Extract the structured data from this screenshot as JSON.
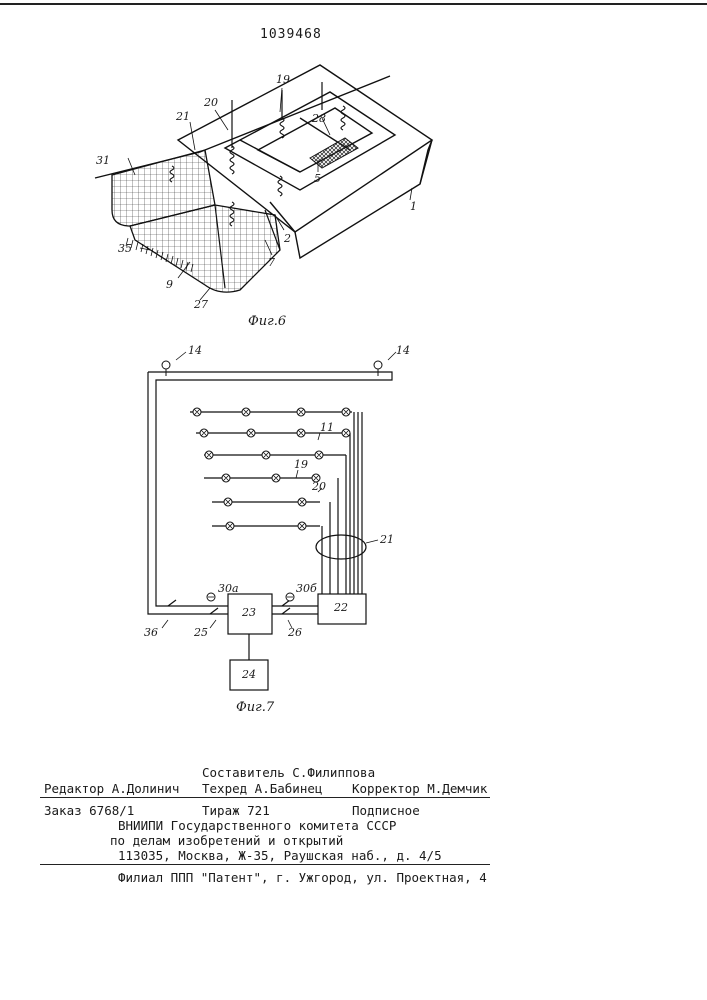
{
  "patent_number": "1039468",
  "fig6": {
    "caption": "Фиг.6",
    "labels": [
      "31",
      "21",
      "20",
      "19",
      "28",
      "5",
      "1",
      "2",
      "7",
      "35",
      "9",
      "27"
    ]
  },
  "fig7": {
    "caption": "Фиг.7",
    "labels": {
      "lamp_left": "14",
      "lamp_right": "14",
      "l11": "11",
      "l19": "19",
      "l20": "20",
      "l21": "21",
      "l30a": "30а",
      "l30b": "30б",
      "l36": "36",
      "l25": "25",
      "l26": "26",
      "box23": "23",
      "box22": "22",
      "box24": "24"
    }
  },
  "imprint": {
    "compiler": "Составитель С.Филиппова",
    "editor": "Редактор А.Долинич",
    "techred": "Техред А.Бабинец",
    "corrector": "Корректор М.Демчик",
    "order": "Заказ 6768/1",
    "circulation": "Тираж 721",
    "subscription": "Подписное",
    "org1": "ВНИИПИ Государственного комитета СССР",
    "org2": "по делам изобретений и открытий",
    "address": "113035, Москва, Ж-35, Раушская наб., д. 4/5",
    "branch": "Филиал ППП \"Патент\", г. Ужгород, ул. Проектная, 4"
  }
}
